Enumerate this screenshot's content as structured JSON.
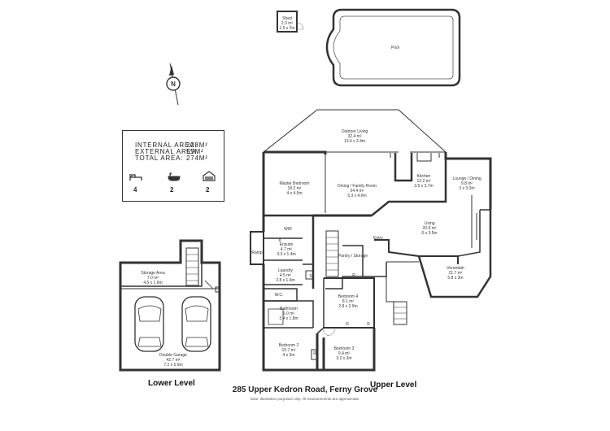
{
  "compass": "N",
  "summary": {
    "internal_label": "INTERNAL AREA:",
    "internal_value": "228M²",
    "external_label": "EXTERNAL AREA:",
    "external_value": "55M²",
    "total_label": "TOTAL AREA:",
    "total_value": "274M²",
    "bedrooms": "4",
    "bathrooms": "2",
    "garages": "2"
  },
  "rooms": {
    "shed": {
      "name": "Shed",
      "area": "2.3 m²",
      "dims": "1.5 x 2m"
    },
    "pool": {
      "name": "Pool"
    },
    "outdoor": {
      "name": "Outdoor Living",
      "area": "32.4 m²",
      "dims": "13.4 x 3.4m"
    },
    "master": {
      "name": "Master Bedroom",
      "area": "18.2 m²",
      "dims": "4 x 4.5m"
    },
    "dining": {
      "name": "Dining / Family Room",
      "area": "24.4 m²",
      "dims": "5.3 x 4.6m"
    },
    "kitchen": {
      "name": "Kitchen",
      "area": "12.2 m²",
      "dims": "3.5 x 3.7m"
    },
    "lounge": {
      "name": "Lounge / Dining",
      "area": "9.8 m²",
      "dims": "3 x 3.2m"
    },
    "wir": {
      "name": "WIR"
    },
    "living": {
      "name": "Living",
      "area": "20.9 m²",
      "dims": "6 x 3.5m"
    },
    "ensuite": {
      "name": "Ensuite",
      "area": "4.7 m²",
      "dims": "3.3 x 1.4m"
    },
    "ramp": {
      "name": "Ramp"
    },
    "entry": {
      "name": "Entry"
    },
    "pantry": {
      "name": "Pantry / Storage"
    },
    "laundry": {
      "name": "Laundry",
      "area": "4.5 m²",
      "dims": "2.8 x 1.6m"
    },
    "verandah": {
      "name": "Verandah",
      "area": "21.7 m²",
      "dims": "5.8 x 3m"
    },
    "storage": {
      "name": "Storage Area",
      "area": "7.0 m²",
      "dims": "4.5 x 1.6m"
    },
    "bedroom4": {
      "name": "Bedroom 4",
      "area": "8.1 m²",
      "dims": "2.8 x 2.9m"
    },
    "wc": {
      "name": "W.C."
    },
    "bathroom": {
      "name": "Bathroom",
      "area": "6.0 m²",
      "dims": "3.4 x 1.8m"
    },
    "bedroom2": {
      "name": "Bedroom 2",
      "area": "10.7 m²",
      "dims": "4 x 3m"
    },
    "bedroom3": {
      "name": "Bedroom 3",
      "area": "9.4 m²",
      "dims": "3.2 x 3m"
    },
    "garage": {
      "name": "Double Garage",
      "area": "42.7 m²",
      "dims": "7.2 x 5.9m"
    }
  },
  "markers": {
    "s": "S",
    "r": "R"
  },
  "levels": {
    "lower": "Lower Level",
    "upper": "Upper Level"
  },
  "address": "285 Upper Kedron Road, Ferny Grove",
  "disclaimer": "Note: Illustration purposes only. All measurements are approximate."
}
